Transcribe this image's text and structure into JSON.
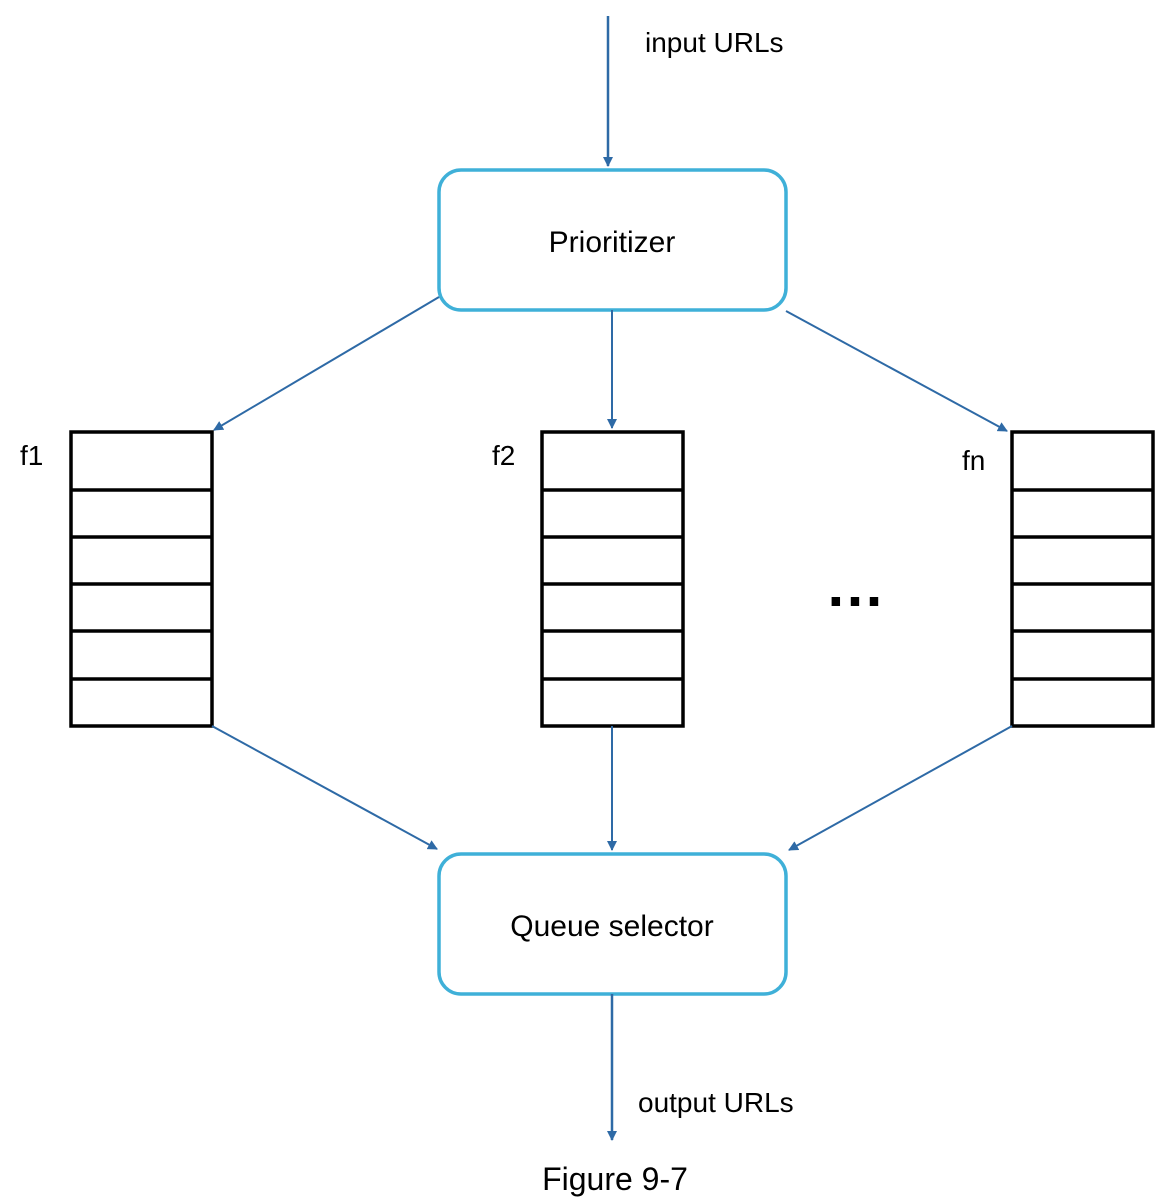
{
  "input_label": "input URLs",
  "output_label": "output URLs",
  "prioritizer": {
    "label": "Prioritizer"
  },
  "queue_selector": {
    "label": "Queue selector"
  },
  "queues": [
    {
      "label": "f1"
    },
    {
      "label": "f2"
    },
    {
      "label": "fn"
    }
  ],
  "ellipsis": "…",
  "caption": "Figure 9-7",
  "colors": {
    "arrow": "#2e6aa6",
    "box_border": "#3fb0d8",
    "queue_border": "#000000",
    "text": "#000000"
  }
}
